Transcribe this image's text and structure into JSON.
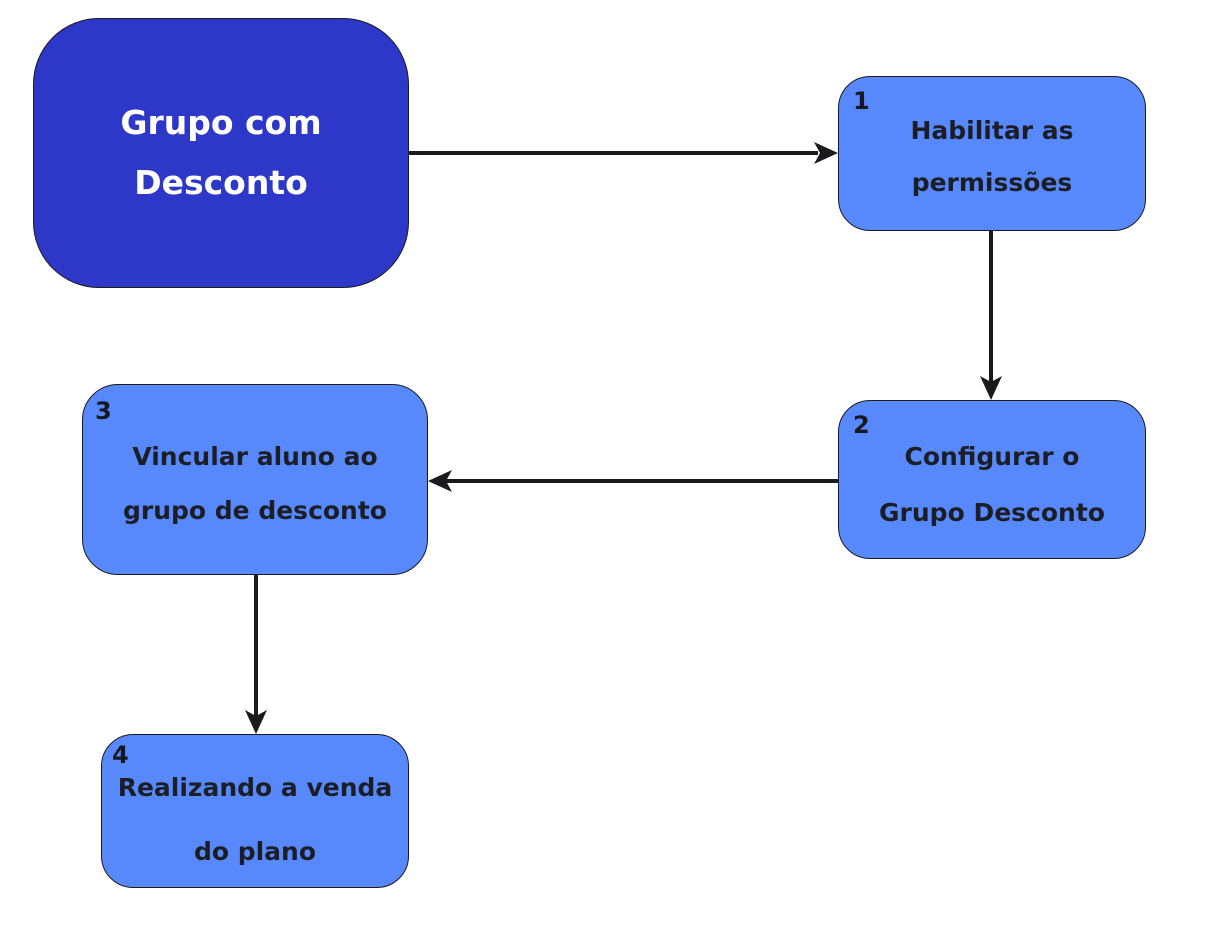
{
  "nodes": {
    "start": {
      "label_line1": "Grupo com",
      "label_line2": "Desconto"
    },
    "step1": {
      "number": "1",
      "label_line1": "Habilitar as",
      "label_line2": "permissões"
    },
    "step2": {
      "number": "2",
      "label_line1": "Configurar o",
      "label_line2": "Grupo Desconto"
    },
    "step3": {
      "number": "3",
      "label_line1": "Vincular aluno ao",
      "label_line2": "grupo de desconto"
    },
    "step4": {
      "number": "4",
      "label_line1": "Realizando a venda",
      "label_line2": "do plano"
    }
  },
  "edges": [
    {
      "from": "start",
      "to": "step1"
    },
    {
      "from": "step1",
      "to": "step2"
    },
    {
      "from": "step2",
      "to": "step3"
    },
    {
      "from": "step3",
      "to": "step4"
    }
  ],
  "colors": {
    "start_fill": "#2d37c8",
    "step_fill": "#5889fc",
    "arrow": "#1b1b1f",
    "text_dark": "#1c1e26",
    "text_light": "#ffffff"
  }
}
